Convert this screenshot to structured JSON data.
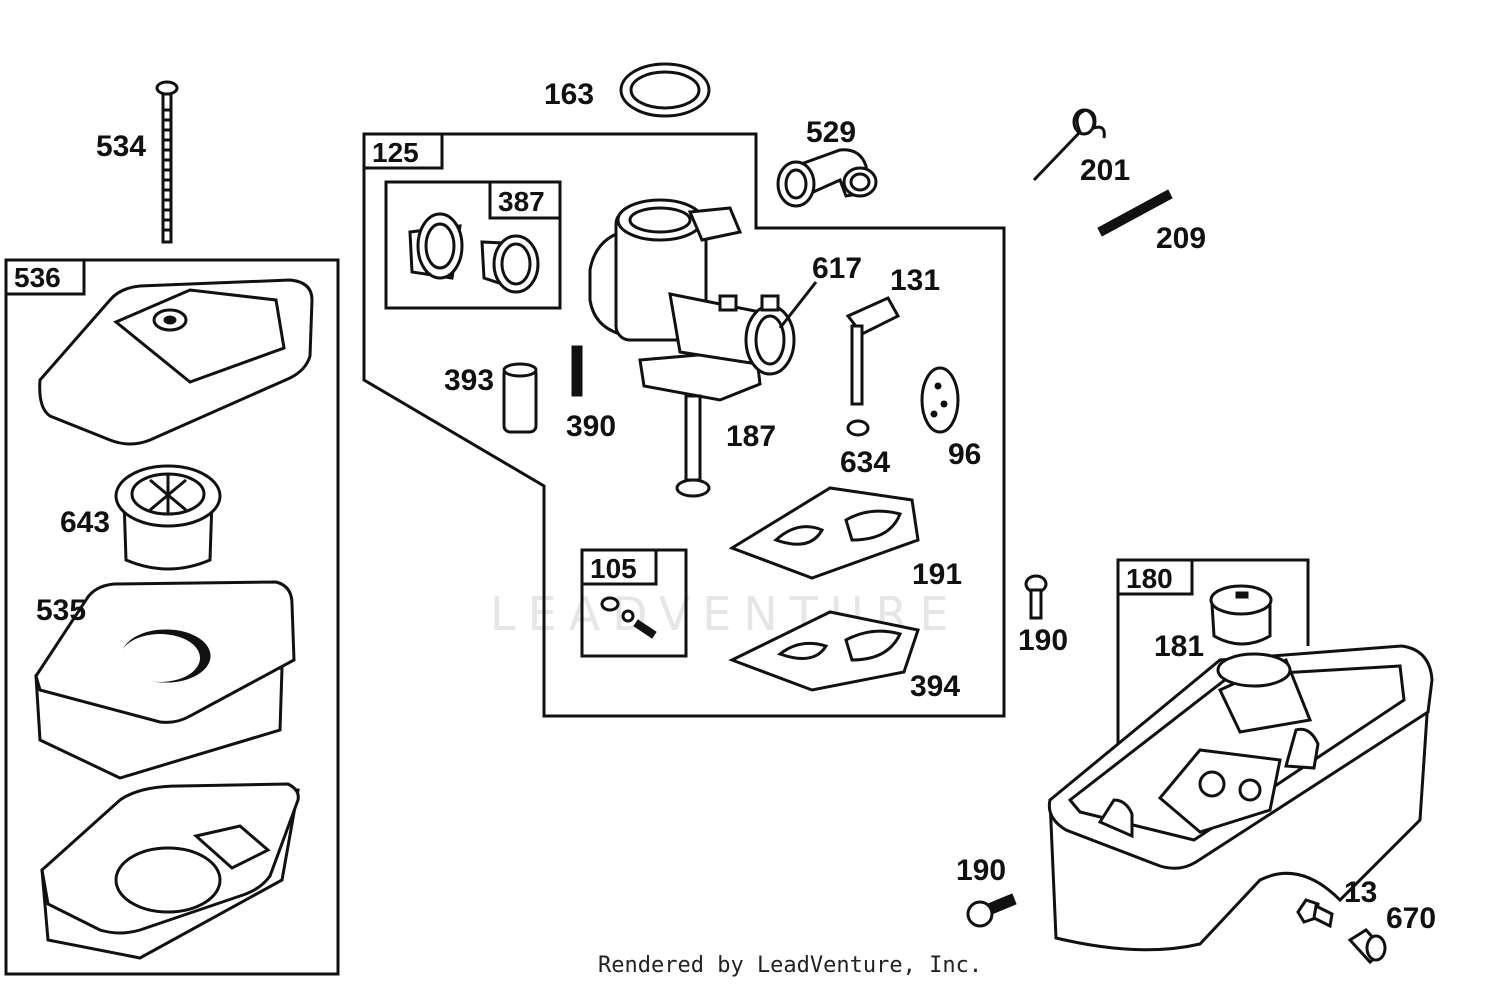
{
  "watermark": "LEADVENTURE",
  "footer": "Rendered by LeadVenture, Inc.",
  "groups": {
    "g125": "125",
    "g387": "387",
    "g536": "536",
    "g105": "105",
    "g180": "180"
  },
  "parts": {
    "p534": "534",
    "p163": "163",
    "p529": "529",
    "p201": "201",
    "p209": "209",
    "p617": "617",
    "p131": "131",
    "p393": "393",
    "p390": "390",
    "p187": "187",
    "p634": "634",
    "p96": "96",
    "p643": "643",
    "p535": "535",
    "p191": "191",
    "p190a": "190",
    "p181": "181",
    "p394": "394",
    "p190b": "190",
    "p13": "13",
    "p670": "670"
  }
}
